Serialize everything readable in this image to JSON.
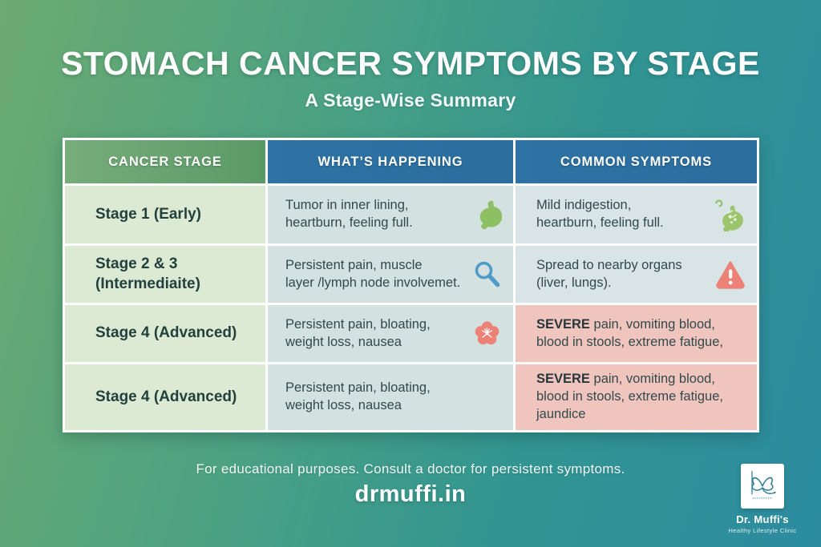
{
  "page": {
    "title": "STOMACH CANCER SYMPTOMS BY STAGE",
    "subtitle": "A Stage-Wise Summary"
  },
  "table": {
    "headers": [
      "CANCER STAGE",
      "WHAT’S HAPPENING",
      "COMMON SYMPTOMS"
    ],
    "rows": [
      {
        "stage": "Stage 1 (Early)",
        "happening": "Tumor in inner lining,\nheartburn, feeling full.",
        "happening_icon": "stomach-icon",
        "symptoms_severe_prefix": "",
        "symptoms": "Mild indigestion,\nheartburn, feeling full.",
        "symptoms_icon": "sick-stomach-icon",
        "symptoms_highlight": false
      },
      {
        "stage": "Stage 2 & 3\n(Intermediaite)",
        "happening": "Persistent pain, muscle\nlayer /lymph node involvemet.",
        "happening_icon": "magnifier-icon",
        "symptoms_severe_prefix": "",
        "symptoms": "Spread to nearby organs\n(liver, lungs).",
        "symptoms_icon": "warning-icon",
        "symptoms_highlight": false
      },
      {
        "stage": "Stage 4 (Advanced)",
        "happening": "Persistent pain, bloating,\nweight loss, nausea",
        "happening_icon": "blossom-icon",
        "symptoms_severe_prefix": "SEVERE",
        "symptoms": " pain, vomiting blood,\nblood in stools, extreme fatigue,",
        "symptoms_icon": null,
        "symptoms_highlight": true
      },
      {
        "stage": "Stage 4 (Advanced)",
        "happening": "Persistent pain, bloating,\nweight loss, nausea",
        "happening_icon": null,
        "symptoms_severe_prefix": "SEVERE",
        "symptoms": " pain, vomiting blood,\nblood in stools, extreme fatigue,\njaundice",
        "symptoms_icon": null,
        "symptoms_highlight": true
      }
    ]
  },
  "footer": {
    "disclaimer": "For educational purposes. Consult a doctor for persistent symptoms.",
    "website": "drmuffi.in"
  },
  "logo": {
    "name": "Dr. Muffi's",
    "tagline": "Healthy Lifestyle Clinic"
  },
  "colors": {
    "background_green": "#6cab71",
    "background_teal": "#2c8ba0",
    "header_green": "#5a9a66",
    "header_blue": "#2d70a1",
    "stage_cell": "#dcead3",
    "happening_cell": "#d4e1e1",
    "symptom_cell": "#d9e4e6",
    "symptom_cell_severe": "#f0c5be",
    "icon_green": "#8cc063",
    "icon_blue": "#4f9cc8",
    "icon_salmon": "#ec8177",
    "text_dark": "#32494c"
  }
}
